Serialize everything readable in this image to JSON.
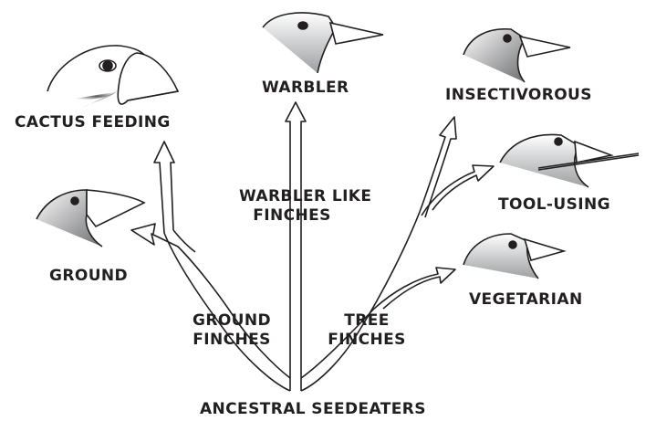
{
  "diagram": {
    "root_label": "ANCESTRAL SEEDEATERS",
    "branches": {
      "ground": {
        "label_line1": "GROUND",
        "label_line2": "FINCHES"
      },
      "warbler": {
        "label_line1": "WARBLER LIKE",
        "label_line2": "FINCHES"
      },
      "tree": {
        "label_line1": "TREE",
        "label_line2": "FINCHES"
      }
    },
    "birds": {
      "cactus_feeding": "CACTUS FEEDING",
      "ground": "GROUND",
      "warbler": "WARBLER",
      "insectivorous": "INSECTIVOROUS",
      "tool_using": "TOOL-USING",
      "vegetarian": "VEGETARIAN"
    },
    "colors": {
      "line": "#231f20",
      "shade_dark": "#6d6e71",
      "shade_light": "#c7c8ca"
    }
  }
}
